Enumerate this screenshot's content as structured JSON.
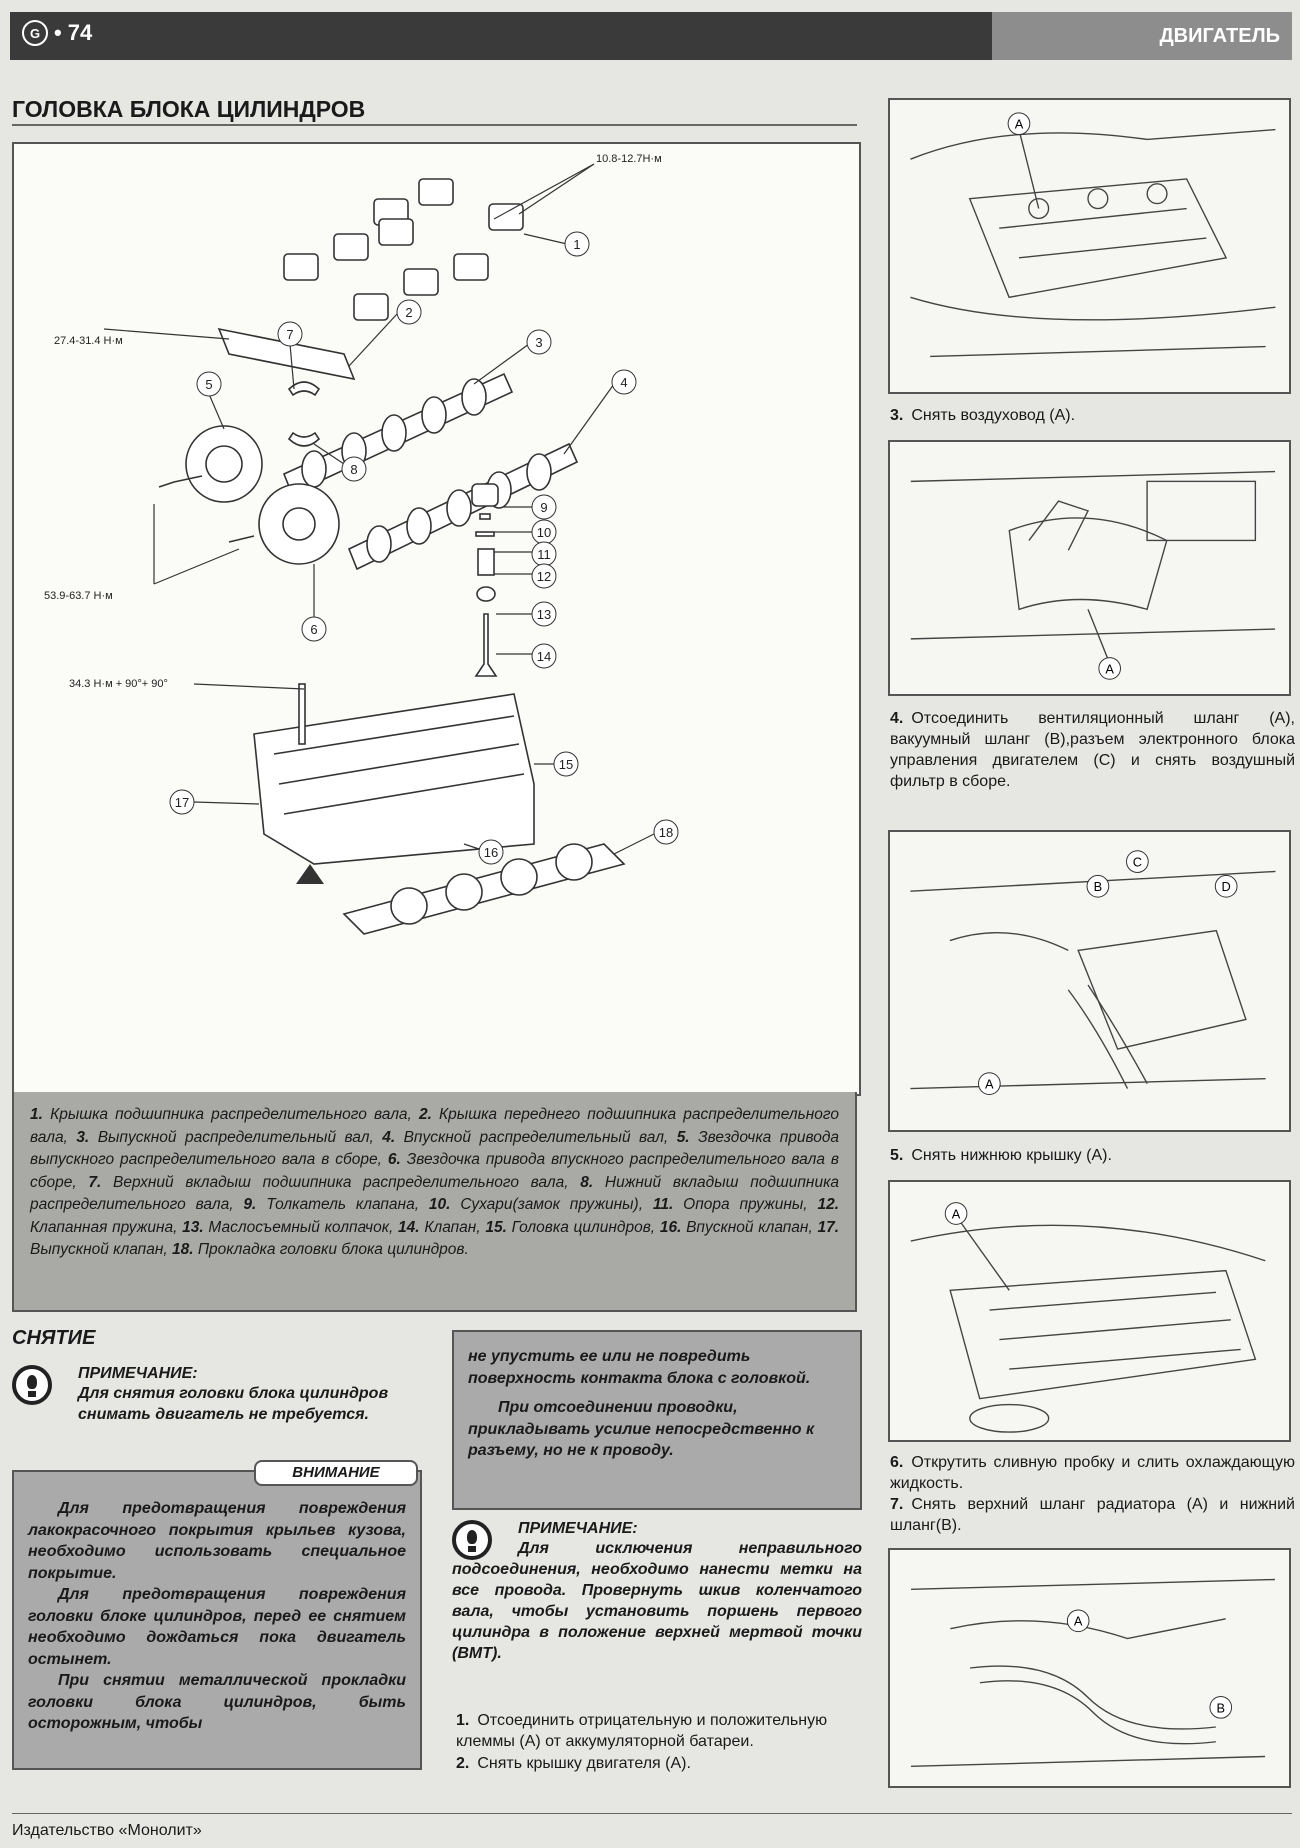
{
  "header": {
    "page_number": "74",
    "logo_glyph": "G",
    "section": "ДВИГАТЕЛЬ"
  },
  "title": "ГОЛОВКА БЛОКА ЦИЛИНДРОВ",
  "figure": {
    "torques": {
      "t1": "10.8-12.7Н·м",
      "t2": "27.4-31.4 Н·м",
      "t3": "53.9-63.7 Н·м",
      "t4": "34.3 Н·м + 90°+ 90°"
    },
    "callouts": [
      "1",
      "2",
      "3",
      "4",
      "5",
      "6",
      "7",
      "8",
      "9",
      "10",
      "11",
      "12",
      "13",
      "14",
      "15",
      "16",
      "17",
      "18"
    ]
  },
  "legend": [
    {
      "n": "1.",
      "t": "Крышка подшипника распределительного вала,"
    },
    {
      "n": "2.",
      "t": "Крышка переднего подшипника распределительного вала,"
    },
    {
      "n": "3.",
      "t": "Выпускной распределительный вал,"
    },
    {
      "n": "4.",
      "t": "Впускной распределительный вал,"
    },
    {
      "n": "5.",
      "t": "Звездочка привода выпускного распределительного вала в сборе,"
    },
    {
      "n": "6.",
      "t": "Звездочка привода впускного распределительного вала в сборе,"
    },
    {
      "n": "7.",
      "t": "Верхний вкладыш подшипника распределительного вала,"
    },
    {
      "n": "8.",
      "t": "Нижний вкладыш подшипника распределительного вала,"
    },
    {
      "n": "9.",
      "t": "Толкатель клапана,"
    },
    {
      "n": "10.",
      "t": "Сухари(замок пружины),"
    },
    {
      "n": "11.",
      "t": "Опора пружины,"
    },
    {
      "n": "12.",
      "t": "Клапанная пружина,"
    },
    {
      "n": "13.",
      "t": "Маслосъемный колпачок,"
    },
    {
      "n": "14.",
      "t": "Клапан,"
    },
    {
      "n": "15.",
      "t": "Головка цилиндров,"
    },
    {
      "n": "16.",
      "t": "Впускной клапан,"
    },
    {
      "n": "17.",
      "t": "Выпускной клапан,"
    },
    {
      "n": "18.",
      "t": "Прокладка головки блока цилиндров."
    }
  ],
  "removal": {
    "heading": "СНЯТИЕ",
    "note1_head": "ПРИМЕЧАНИЕ:",
    "note1_text": "Для снятия головки блока цилиндров снимать двигатель не требуется.",
    "warning_badge": "ВНИМАНИЕ",
    "warning_p1": "Для предотвращения повреждения лакокрасочного покрытия крыльев кузова, необходимо использовать специальное покрытие.",
    "warning_p2": "Для предотвращения повреждения головки блоке цилиндров, перед ее снятием необходимо дождаться пока двигатель остынет.",
    "warning_p3": "При снятии металлической прокладки головки блока цилиндров, быть осторожным, чтобы",
    "mid_p1": "не упустить ее или не повредить поверхность контакта блока с головкой.",
    "mid_p2": "При отсоединении проводки, прикладывать усилие непосредственно к разъему, но не к проводу.",
    "note2_head": "ПРИМЕЧАНИЕ:",
    "note2_text": "Для исключения неправильного подсоединения, необходимо нанести метки на все провода. Провернуть шкив коленчатого вала, чтобы установить поршень первого цилиндра в положение верхней мертвой точки (ВМТ).",
    "step1_n": "1.",
    "step1": "Отсоединить отрицательную и положительную клеммы (А) от аккумуляторной батареи.",
    "step2_n": "2.",
    "step2": "Снять крышку двигателя (А)."
  },
  "photos": {
    "p1": {
      "labels": [
        "A"
      ],
      "cap_n": "3.",
      "cap": "Снять воздуховод (А)."
    },
    "p2": {
      "labels": [
        "A"
      ],
      "cap_n": "4.",
      "cap": "Отсоединить вентиляционный шланг (А), вакуумный шланг (В),разъем электронного блока управления двигателем (С) и снять воздушный фильтр в сборе."
    },
    "p3": {
      "labels": [
        "A",
        "B",
        "C",
        "D"
      ],
      "cap_n": "5.",
      "cap": "Снять нижнюю крышку (А)."
    },
    "p4": {
      "labels": [
        "A"
      ],
      "cap_n1": "6.",
      "cap1": "Открутить сливную пробку и слить охлаждающую жидкость.",
      "cap_n2": "7.",
      "cap2": "Снять верхний шланг радиатора (А) и нижний шланг(В)."
    },
    "p5": {
      "labels": [
        "A",
        "B"
      ]
    }
  },
  "footer": "Издательство «Монолит»"
}
